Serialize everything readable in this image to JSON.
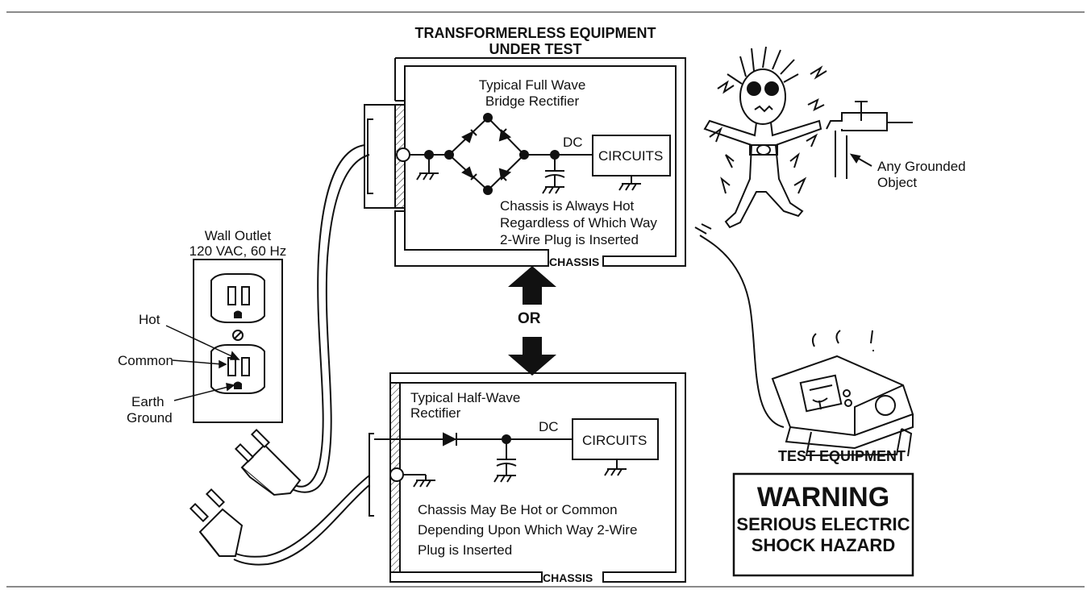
{
  "top_title": {
    "line1": "TRANSFORMERLESS EQUIPMENT",
    "line2": "UNDER TEST"
  },
  "top_box": {
    "rectifier_line1": "Typical Full Wave",
    "rectifier_line2": "Bridge Rectifier",
    "dc_label": "DC",
    "circuits_label": "CIRCUITS",
    "note_line1": "Chassis is Always Hot",
    "note_line2": "Regardless of Which Way",
    "note_line3": "2-Wire Plug is Inserted",
    "chassis_label": "CHASSIS"
  },
  "or_label": "OR",
  "bottom_box": {
    "rectifier_line1": "Typical Half-Wave",
    "rectifier_line2": "Rectifier",
    "dc_label": "DC",
    "circuits_label": "CIRCUITS",
    "note_line1": "Chassis May Be Hot or Common",
    "note_line2": "Depending Upon Which Way 2-Wire",
    "note_line3": "Plug is Inserted",
    "chassis_label": "CHASSIS"
  },
  "outlet": {
    "title_line1": "Wall Outlet",
    "title_line2": "120 VAC, 60 Hz",
    "hot_label": "Hot",
    "common_label": "Common",
    "ground_line1": "Earth",
    "ground_line2": "Ground"
  },
  "grounded_object": {
    "line1": "Any Grounded",
    "line2": "Object"
  },
  "test_equipment_label": "TEST EQUIPMENT",
  "warning": {
    "line1": "WARNING",
    "line2": "SERIOUS ELECTRIC",
    "line3": "SHOCK HAZARD"
  },
  "colors": {
    "ink": "#111111",
    "background": "#ffffff"
  }
}
